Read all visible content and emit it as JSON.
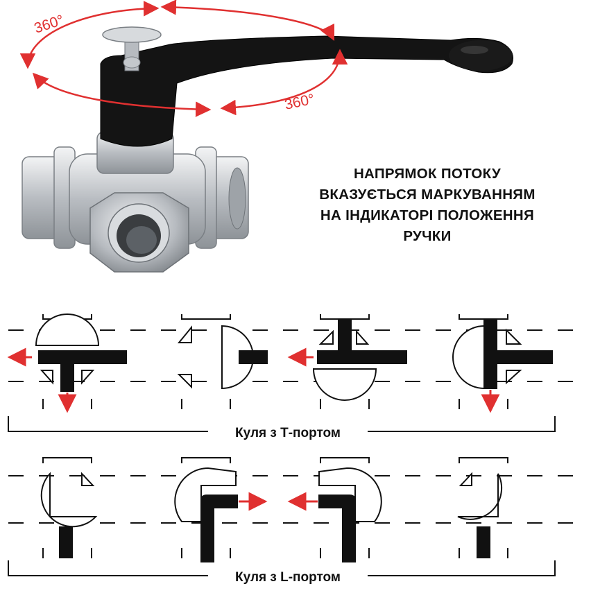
{
  "rotation_labels": [
    "360°",
    "360°"
  ],
  "instruction_lines": [
    "НАПРЯМОК ПОТОКУ",
    "ВКАЗУЄТЬСЯ МАРКУВАННЯМ",
    "НА ІНДИКАТОРІ ПОЛОЖЕННЯ",
    "РУЧКИ"
  ],
  "groups": {
    "t_port": {
      "label": "Куля з Т-портом"
    },
    "l_port": {
      "label": "Куля з L-портом"
    }
  },
  "colors": {
    "arrow": "#e03030",
    "handle": "#111111",
    "valve_body": "#c8ccd0",
    "diagram_stroke": "#111111"
  }
}
